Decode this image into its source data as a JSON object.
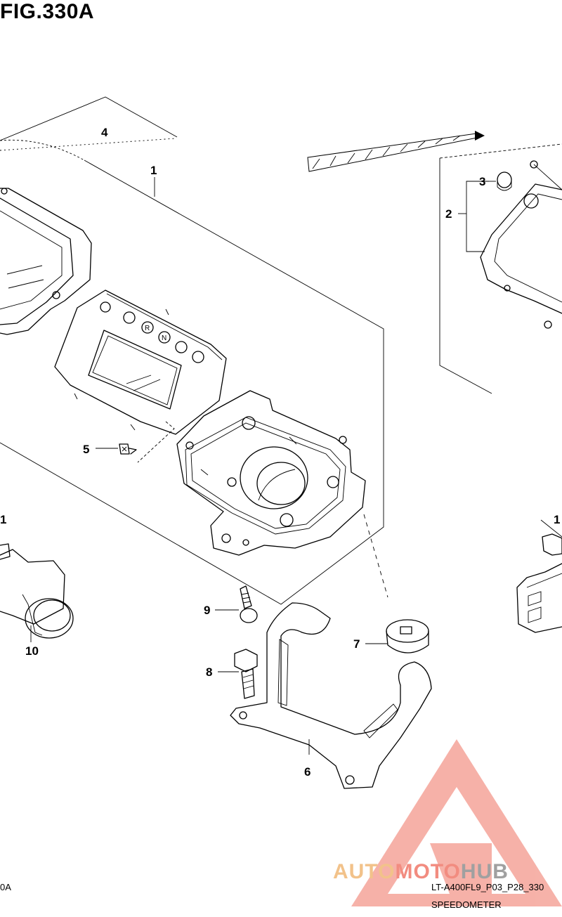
{
  "figure": {
    "title": "FIG.330A",
    "model_code": "LT-A400FL9_P03_P28_330",
    "left_code_fragment": "0A",
    "section_name": "SPEEDOMETER"
  },
  "callouts": {
    "c1": "1",
    "c2": "2",
    "c3": "3",
    "c4": "4",
    "c5": "5",
    "c6": "6",
    "c7": "7",
    "c8": "8",
    "c9": "9",
    "c10": "10",
    "c11_left": "1",
    "c11_right": "1"
  },
  "indicator_letters": [
    "R",
    "N"
  ],
  "watermark": {
    "part1": "AUTO",
    "part2": "MOTO",
    "part3": "HUB",
    "colors": {
      "auto": "#f2c28a",
      "moto": "#f28c80",
      "hub": "#a0a0a0",
      "logo": "#f08a80"
    }
  }
}
